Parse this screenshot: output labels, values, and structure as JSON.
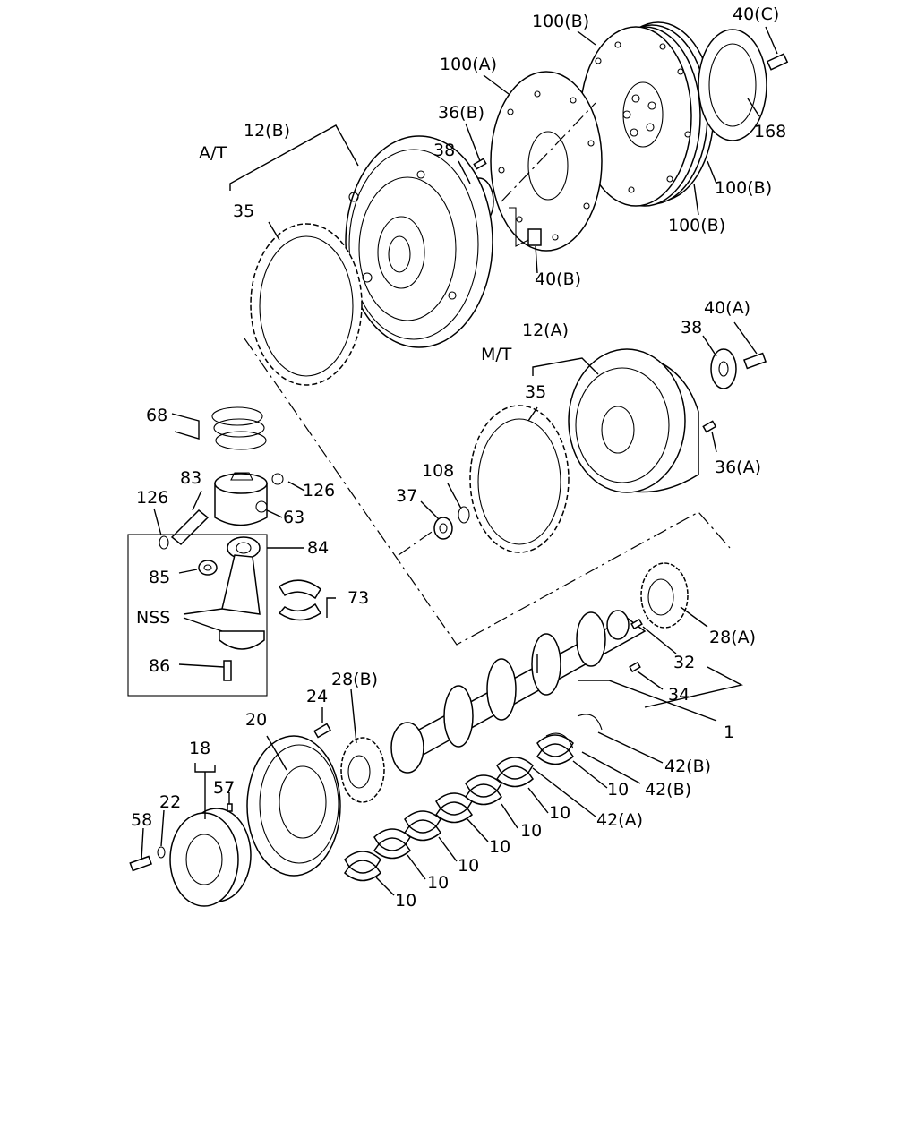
{
  "labels": {
    "l100B_top": "100(B)",
    "l40C": "40(C)",
    "l100A": "100(A)",
    "l168": "168",
    "l36B": "36(B)",
    "l12B": "12(B)",
    "lAT": "A/T",
    "l38_top": "38",
    "l100B_r1": "100(B)",
    "l100B_r2": "100(B)",
    "l35_top": "35",
    "l40B": "40(B)",
    "l40A": "40(A)",
    "l12A": "12(A)",
    "l38_mt": "38",
    "lMT": "M/T",
    "l35_mt": "35",
    "l68": "68",
    "l36A": "36(A)",
    "l83": "83",
    "l108": "108",
    "l126_l": "126",
    "l126_r": "126",
    "l37": "37",
    "l63": "63",
    "l84": "84",
    "l85": "85",
    "l73": "73",
    "lNSS": "NSS",
    "l28A": "28(A)",
    "l32": "32",
    "l86": "86",
    "l28B": "28(B)",
    "l34": "34",
    "l24": "24",
    "l20": "20",
    "l1": "1",
    "l18": "18",
    "l42B_1": "42(B)",
    "l57": "57",
    "l22": "22",
    "l42B_2": "42(B)",
    "l10_a": "10",
    "l58": "58",
    "l10_b": "10",
    "l42A": "42(A)",
    "l10_c": "10",
    "l10_d": "10",
    "l10_e": "10",
    "l10_f": "10",
    "l10_g": "10"
  }
}
